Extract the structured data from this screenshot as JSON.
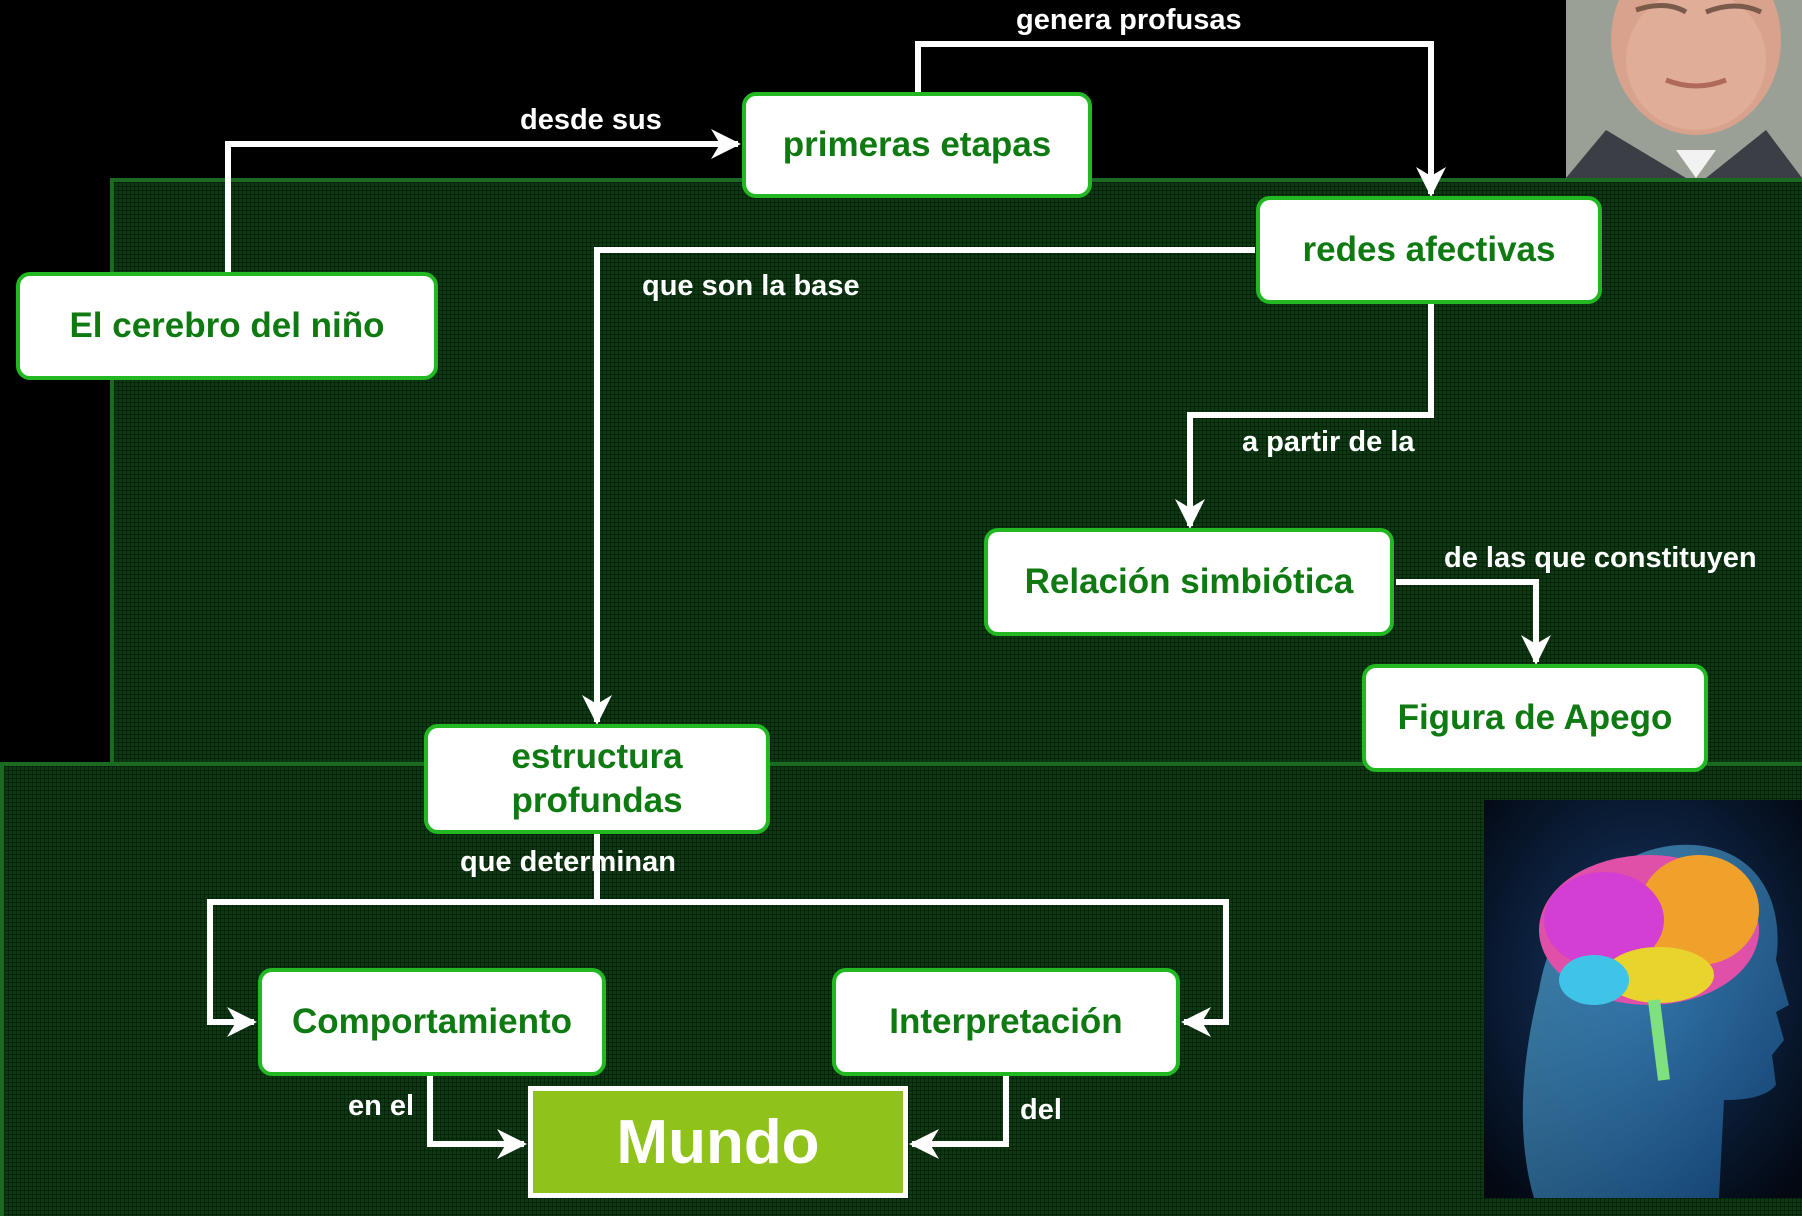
{
  "diagram": {
    "nodes": {
      "cerebro": "El cerebro del niño",
      "primeras": "primeras etapas",
      "redes": "redes afectivas",
      "relacion": "Relación simbiótica",
      "apego": "Figura de Apego",
      "estructura_line1": "estructura",
      "estructura_line2": "profundas",
      "comportamiento": "Comportamiento",
      "interpretacion": "Interpretación",
      "mundo": "Mundo"
    },
    "edge_labels": {
      "desde_sus": "desde sus",
      "genera_profusas": "genera profusas",
      "que_son_la_base": "que son la base",
      "a_partir_de_la": "a partir de  la",
      "de_las_que_constituyen": "de las que constituyen",
      "que_determinan": "que determinan",
      "en_el": "en el",
      "del": "del"
    }
  },
  "colors": {
    "node_border": "#22b822",
    "node_text": "#0f7a12",
    "mundo_fill": "#8fc21a",
    "connector": "#ffffff",
    "panel": "#0d3a12"
  }
}
